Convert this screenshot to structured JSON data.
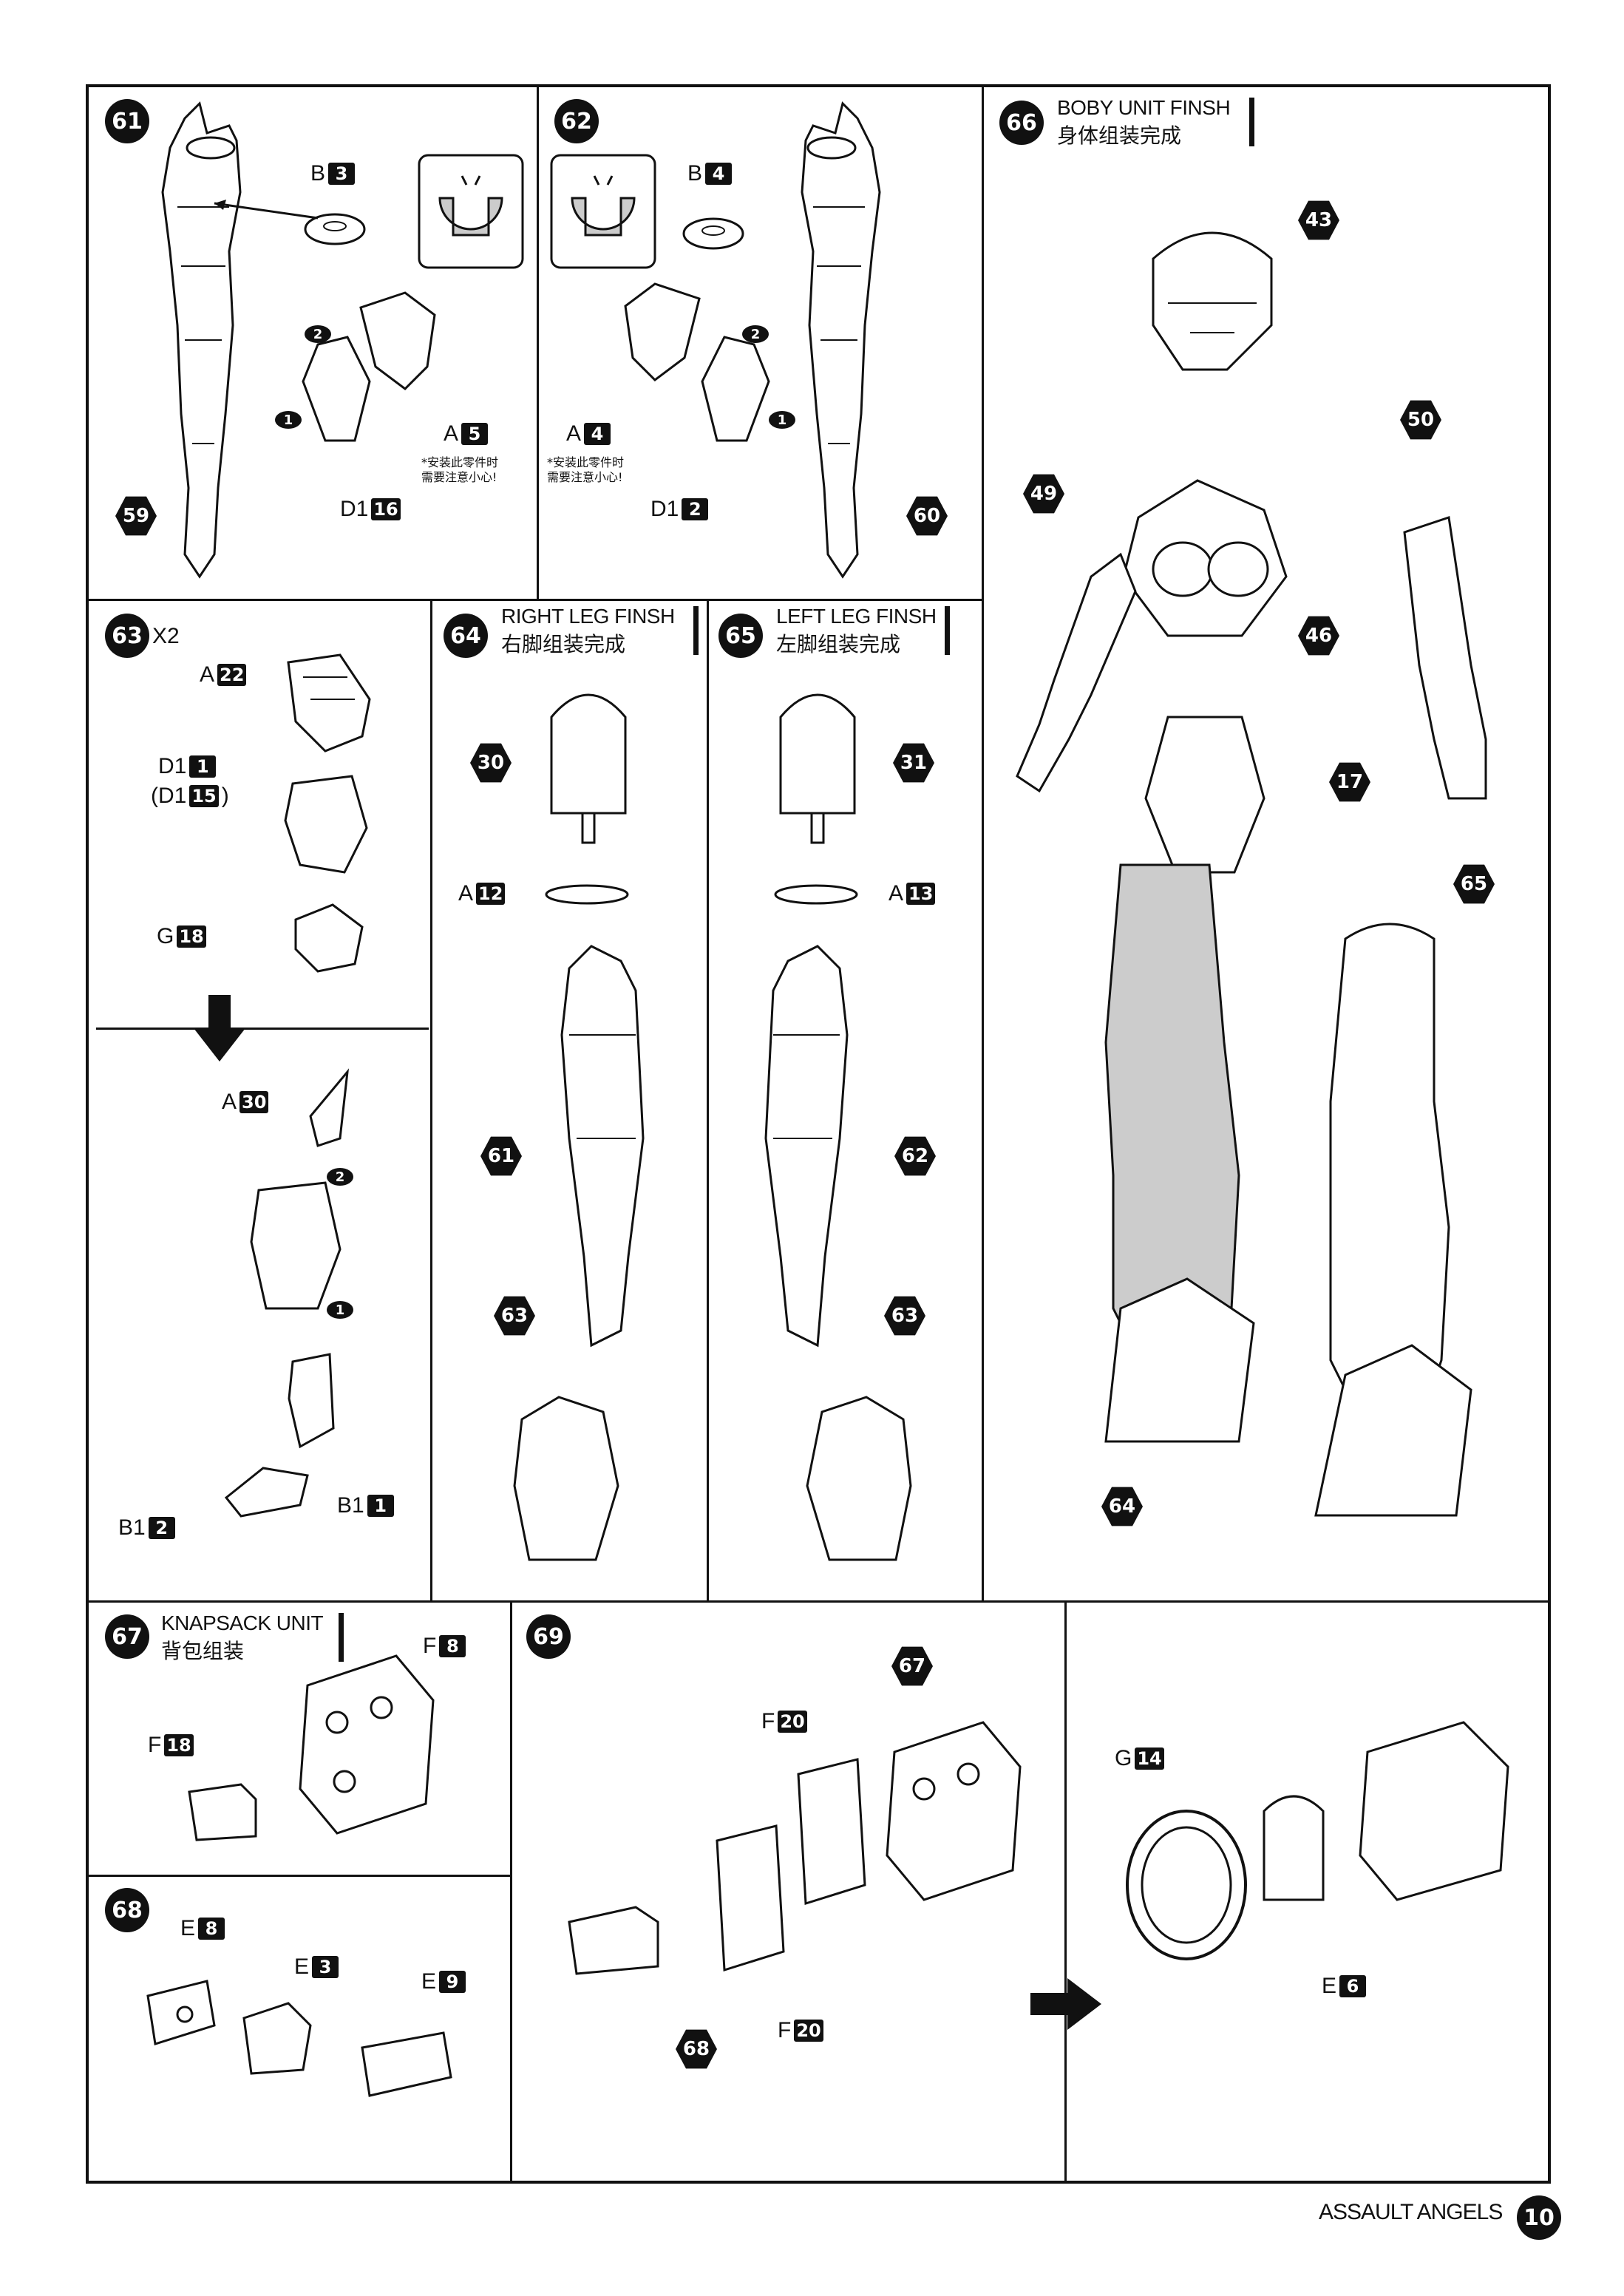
{
  "steps": {
    "s61": {
      "num": "61",
      "labels": {
        "b3": "B",
        "b3n": "3",
        "a5": "A",
        "a5n": "5",
        "d16": "D1",
        "d16n": "16"
      },
      "order": [
        "2",
        "1"
      ],
      "hex": [
        "59"
      ],
      "note": "*安装此零件时\n需要注意小心!"
    },
    "s62": {
      "num": "62",
      "labels": {
        "b4": "B",
        "b4n": "4",
        "a4": "A",
        "a4n": "4",
        "d2": "D1",
        "d2n": "2"
      },
      "order": [
        "2",
        "1"
      ],
      "hex": [
        "60"
      ],
      "note": "*安装此零件时\n需要注意小心!"
    },
    "s63": {
      "num": "63",
      "mult": "X2",
      "labels": {
        "a22": "A",
        "a22n": "22",
        "d1": "D1",
        "d1n": "1",
        "d15": "(D1",
        "d15n": "15",
        "d15c": ")",
        "g18": "G",
        "g18n": "18",
        "a30": "A",
        "a30n": "30",
        "b12": "B1",
        "b12n": "2",
        "b11": "B1",
        "b11n": "1"
      },
      "order": [
        "2",
        "1"
      ]
    },
    "s64": {
      "num": "64",
      "title_en": "RIGHT LEG FINSH",
      "title_cn": "右脚组装完成",
      "hex": [
        "30",
        "61",
        "63"
      ],
      "labels": {
        "a12": "A",
        "a12n": "12"
      }
    },
    "s65": {
      "num": "65",
      "title_en": "LEFT LEG FINSH",
      "title_cn": "左脚组装完成",
      "hex": [
        "31",
        "62",
        "63"
      ],
      "labels": {
        "a13": "A",
        "a13n": "13"
      }
    },
    "s66": {
      "num": "66",
      "title_en": "BOBY UNIT FINSH",
      "title_cn": "身体组装完成",
      "hex": [
        "43",
        "50",
        "49",
        "46",
        "17",
        "65",
        "64"
      ]
    },
    "s67": {
      "num": "67",
      "title_en": "KNAPSACK UNIT",
      "title_cn": "背包组装",
      "labels": {
        "f8": "F",
        "f8n": "8",
        "f18": "F",
        "f18n": "18"
      }
    },
    "s68": {
      "num": "68",
      "labels": {
        "e8": "E",
        "e8n": "8",
        "e3": "E",
        "e3n": "3",
        "e9": "E",
        "e9n": "9"
      }
    },
    "s69": {
      "num": "69",
      "hex": [
        "67",
        "68"
      ],
      "labels": {
        "f20a": "F",
        "f20an": "20",
        "f20b": "F",
        "f20bn": "20",
        "g14": "G",
        "g14n": "14",
        "e6": "E",
        "e6n": "6"
      }
    }
  },
  "footer": {
    "title": "ASSAULT ANGELS",
    "page": "10"
  }
}
